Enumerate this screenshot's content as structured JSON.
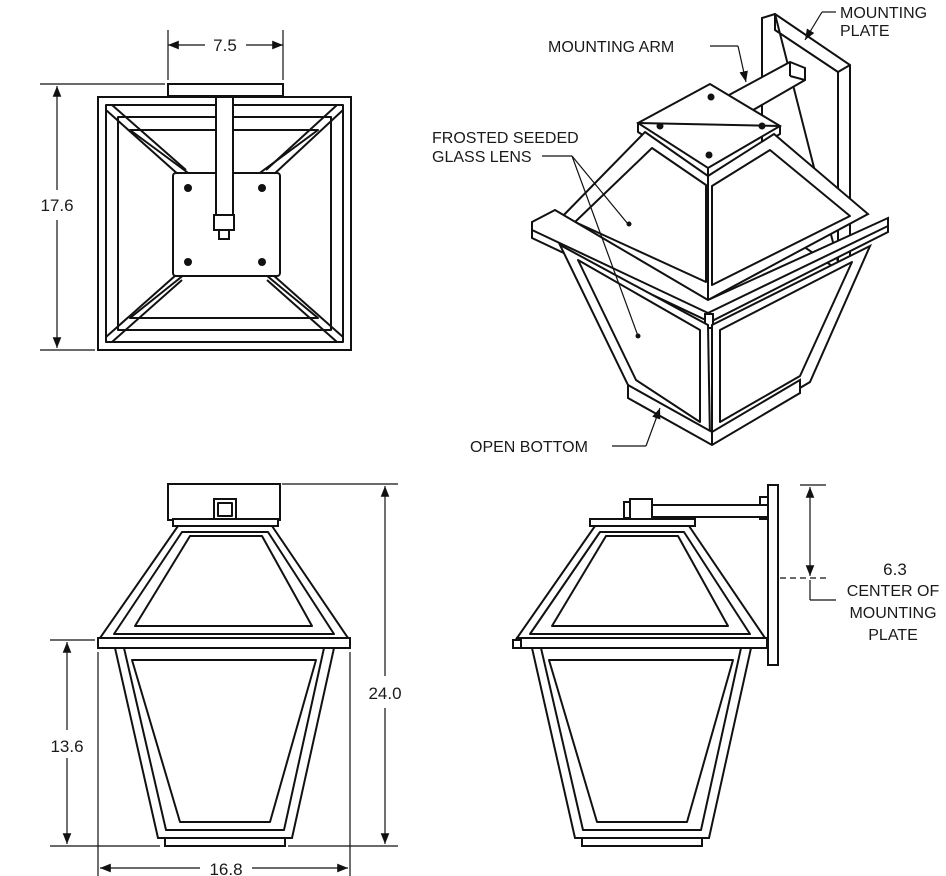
{
  "dimensions": {
    "top_plate_width": "7.5",
    "top_height": "17.6",
    "front_total_height": "24.0",
    "front_body_height": "13.6",
    "front_width": "16.8",
    "side_center_of_plate": "6.3"
  },
  "callouts": {
    "mounting_plate": [
      "MOUNTING",
      "PLATE"
    ],
    "mounting_arm": "MOUNTING ARM",
    "glass_lens": [
      "FROSTED SEEDED",
      "GLASS LENS"
    ],
    "open_bottom": "OPEN BOTTOM",
    "center_of_plate": [
      "CENTER OF",
      "MOUNTING",
      "PLATE"
    ]
  },
  "colors": {
    "line": "#111111",
    "background": "#ffffff"
  }
}
